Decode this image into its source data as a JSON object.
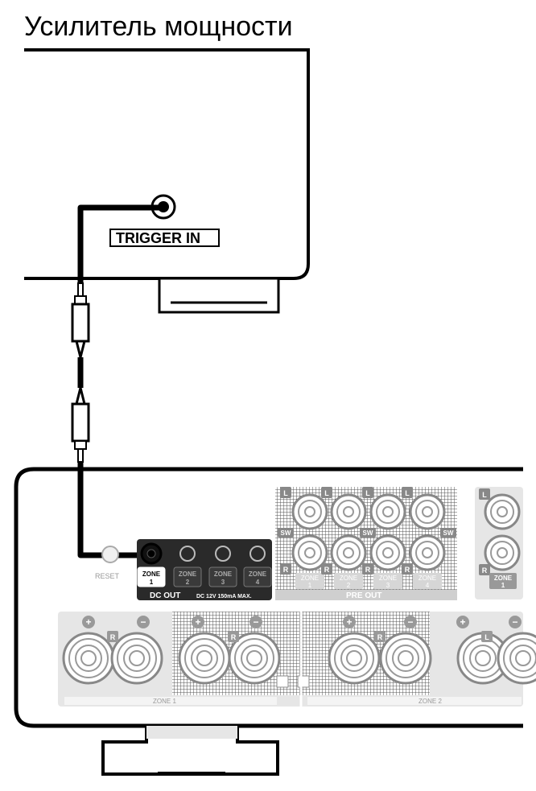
{
  "title": "Усилитель мощности",
  "amplifier": {
    "trigger_label": "TRIGGER IN"
  },
  "receiver": {
    "reset_label": "RESET",
    "dc_out": {
      "title": "DC OUT",
      "spec": "DC 12V 150mA MAX.",
      "zone_word": "ZONE",
      "zones": [
        "1",
        "2",
        "3",
        "4"
      ]
    },
    "pre_out": {
      "title": "PRE OUT",
      "l_badge": "L",
      "r_badge": "R",
      "sw_badge": "SW",
      "zone_word": "ZONE",
      "zones": [
        "1",
        "2",
        "3",
        "4"
      ]
    },
    "right_panel": {
      "zone_word": "ZONE",
      "zone": "1",
      "l_badge": "L",
      "r_badge": "R"
    },
    "speakers": {
      "zone1": "ZONE 1",
      "zone2": "ZONE 2",
      "r_badge": "R",
      "l_badge": "L",
      "plus": "+",
      "minus": "−"
    }
  },
  "colors": {
    "line": "#000000",
    "panel": "#e0e0e0",
    "panel_dark": "#c8c8c8",
    "cable": "#000000"
  }
}
